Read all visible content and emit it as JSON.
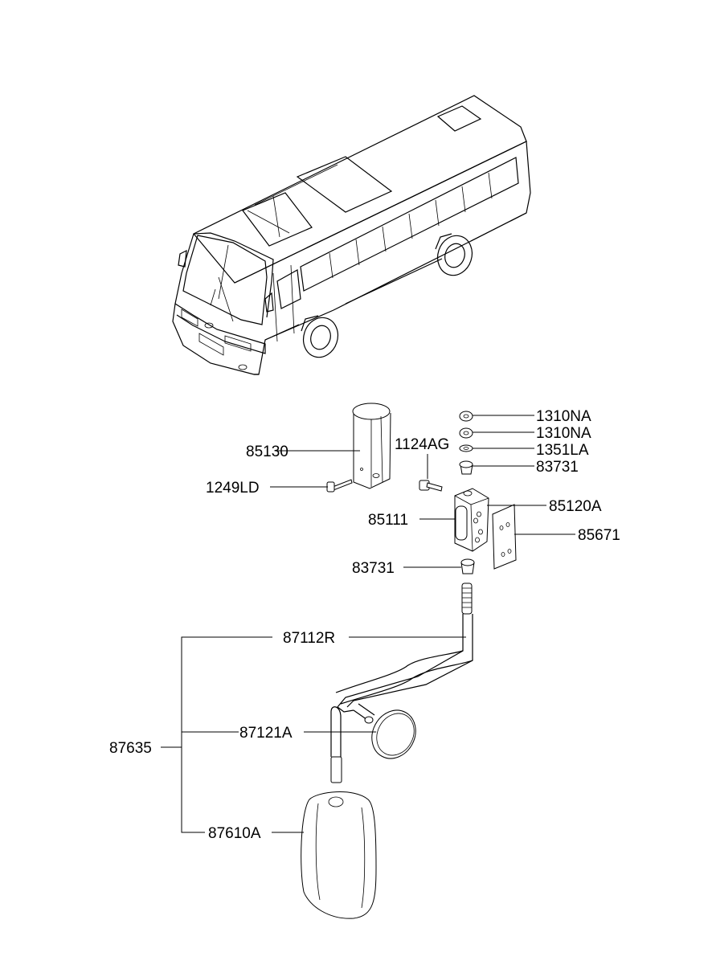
{
  "labels": {
    "p1310NA_a": "1310NA",
    "p1310NA_b": "1310NA",
    "p1351LA": "1351LA",
    "p83731_top": "83731",
    "p1124AG": "1124AG",
    "p85130": "85130",
    "p1249LD": "1249LD",
    "p85120A": "85120A",
    "p85111": "85111",
    "p85671": "85671",
    "p83731_bottom": "83731",
    "p87112R": "87112R",
    "p87121A": "87121A",
    "p87635": "87635",
    "p87610A": "87610A"
  }
}
